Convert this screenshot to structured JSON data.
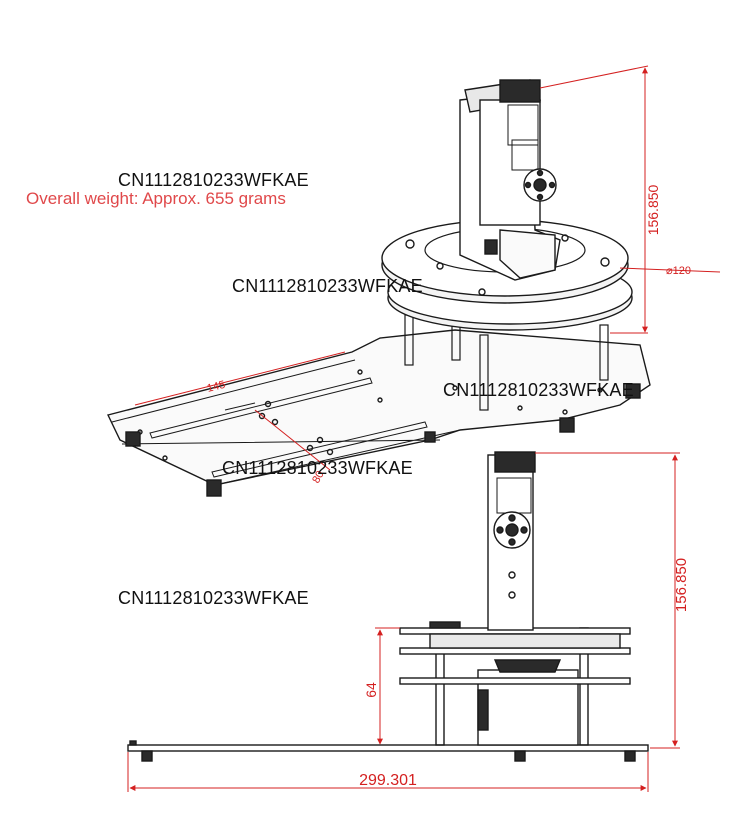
{
  "overall_weight": "Overall weight: Approx. 655 grams",
  "watermarks": [
    "CN1112810233WFKAE",
    "CN1112810233WFKAE",
    "CN1112810233WFKAE",
    "CN1112810233WFKAE",
    "CN1112810233WFKAE"
  ],
  "dimensions": {
    "top_height": "156.850",
    "top_diameter": "⌀120",
    "arm_length": "145",
    "arm_width": "80",
    "side_height": "156.850",
    "platform_height": "64",
    "base_length": "299.301"
  },
  "colors": {
    "dimension": "#d42020",
    "drawing": "#1a1a1a",
    "weight_text": "#e0484a"
  }
}
